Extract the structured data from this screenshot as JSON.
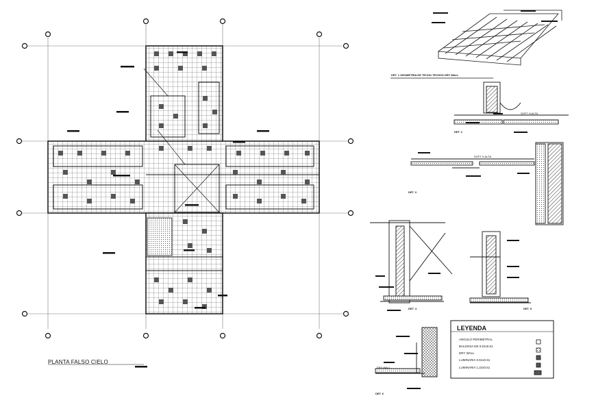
{
  "drawing": {
    "plan_title": "PLANTA FALSO CIELO",
    "section_labels": [
      "DET. 1 GEOMETRIA DE TECHO TECHOS DRY WALL",
      "DET. 2",
      "DET. 3",
      "DET. 4",
      "DET. 5",
      "DET. 6"
    ],
    "annotations": [
      "SOFT H.ALTA",
      "SOFT H.ALTA",
      "DRY WALL"
    ],
    "legend": {
      "title": "LEYENDA",
      "items": [
        {
          "label": "ANGULO PERIMETRAL",
          "symbol": "blank"
        },
        {
          "label": "BALDOSA DE 0.61x0.61",
          "symbol": "hatched"
        },
        {
          "label": "DRY WALL",
          "symbol": "dark"
        },
        {
          "label": "LUMINARIA 0.61x0.61",
          "symbol": "dark"
        },
        {
          "label": "LUMINARIA 1.22x0.61",
          "symbol": "dark"
        }
      ]
    }
  }
}
